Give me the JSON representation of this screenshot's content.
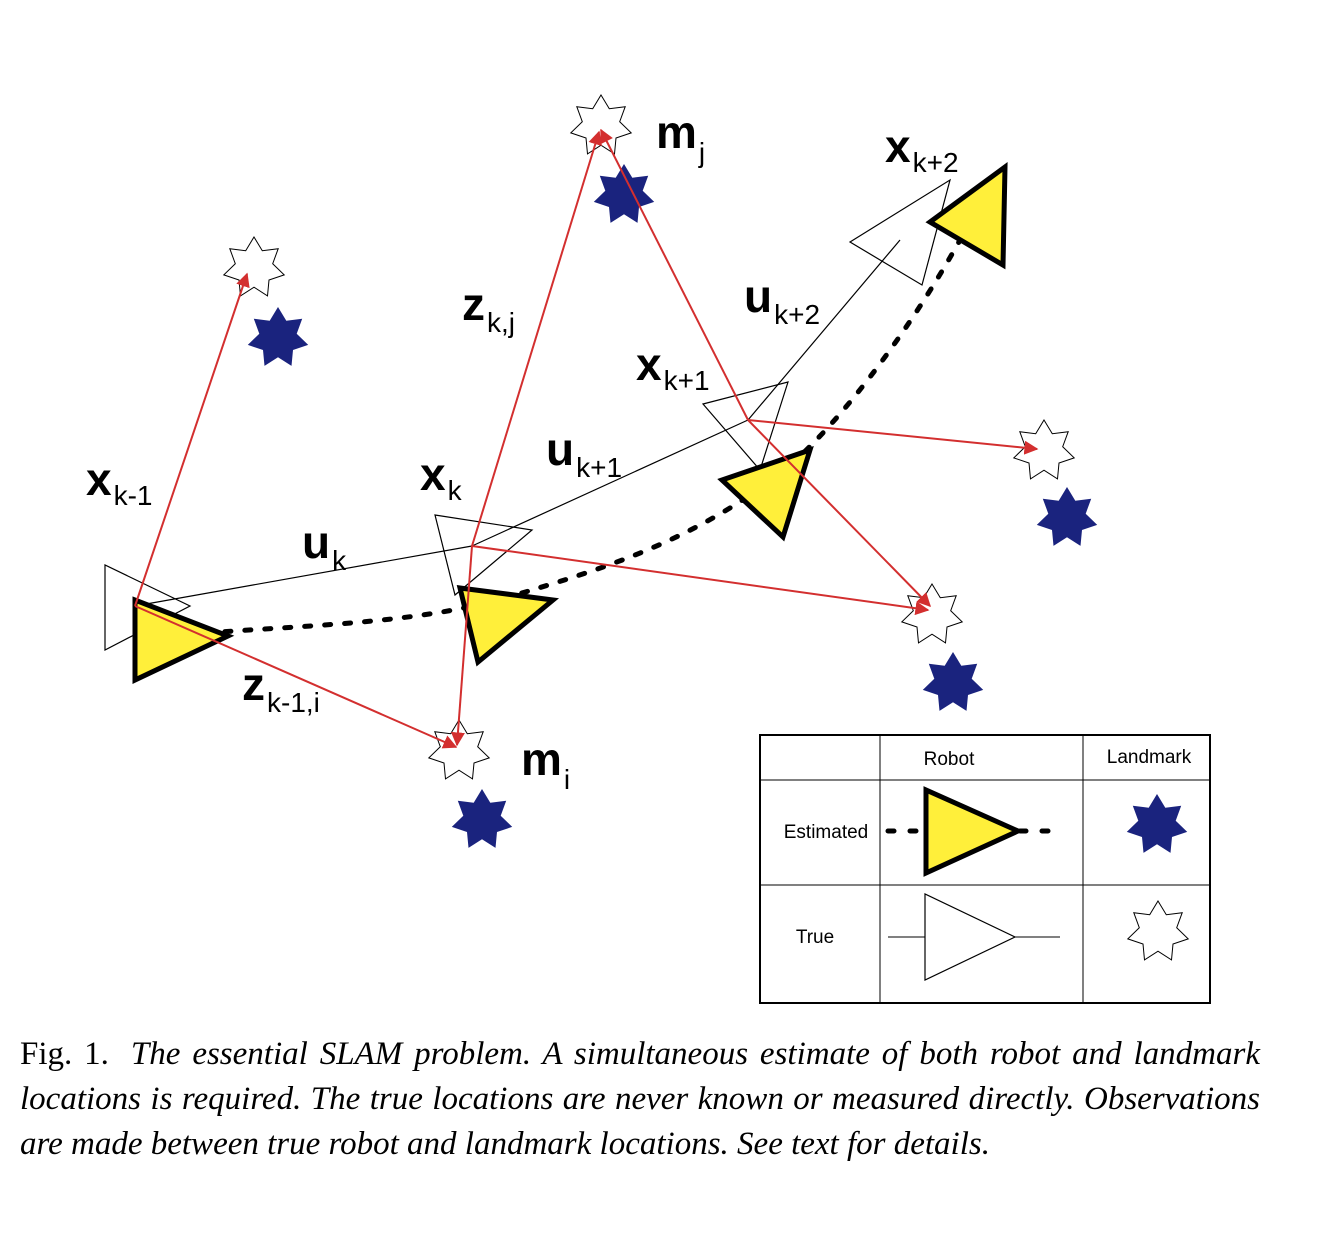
{
  "labels": {
    "x_km1": {
      "base": "x",
      "sub": "k-1"
    },
    "x_k": {
      "base": "x",
      "sub": "k"
    },
    "x_kp1": {
      "base": "x",
      "sub": "k+1"
    },
    "x_kp2": {
      "base": "x",
      "sub": "k+2"
    },
    "u_k": {
      "base": "u",
      "sub": "k"
    },
    "u_kp1": {
      "base": "u",
      "sub": "k+1"
    },
    "u_kp2": {
      "base": "u",
      "sub": "k+2"
    },
    "z_kj": {
      "base": "z",
      "sub": "k,j"
    },
    "z_km1i": {
      "base": "z",
      "sub": "k-1,i"
    },
    "m_j": {
      "base": "m",
      "sub": "j"
    },
    "m_i": {
      "base": "m",
      "sub": "i"
    }
  },
  "legend": {
    "col_robot": "Robot",
    "col_landmark": "Landmark",
    "row_estimated": "Estimated",
    "row_true": "True"
  },
  "caption": {
    "fig_no": "Fig. 1.",
    "text": "The essential SLAM problem. A simultaneous estimate of both robot and landmark locations is required. The true locations are never known or measured directly. Observations are made between true robot and landmark locations. See text for details."
  },
  "colors": {
    "estimated_robot_fill": "#ffef3a",
    "estimated_landmark_fill": "#1a237e",
    "observation_line": "#d32f2f",
    "true_fill": "#ffffff",
    "outline": "#000000"
  }
}
